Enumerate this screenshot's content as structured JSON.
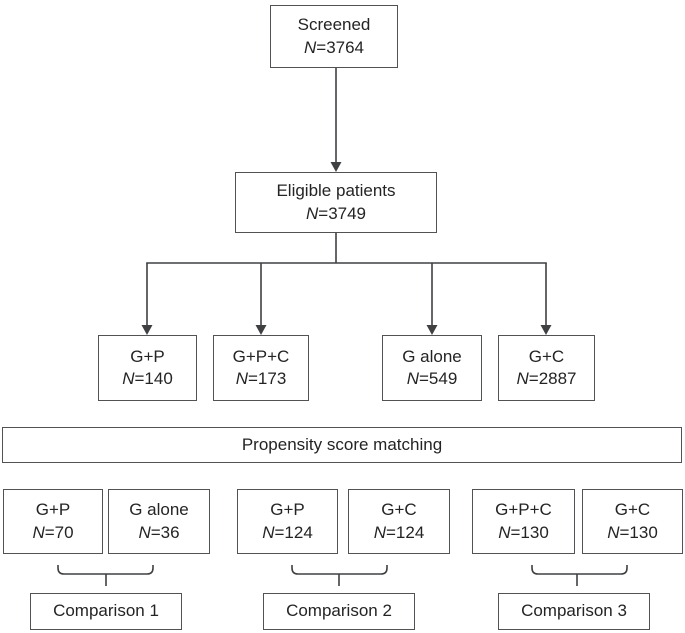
{
  "colors": {
    "line": "#3f4042",
    "border": "#515254",
    "text": "#242424",
    "background": "#ffffff"
  },
  "flow": {
    "screened": {
      "label": "Screened",
      "n_italic": "N",
      "n_rest": "=3764"
    },
    "eligible": {
      "label": "Eligible patients",
      "n_italic": "N",
      "n_rest": "=3749"
    },
    "groups": [
      {
        "label": "G+P",
        "n_italic": "N",
        "n_rest": "=140"
      },
      {
        "label": "G+P+C",
        "n_italic": "N",
        "n_rest": "=173"
      },
      {
        "label": "G alone",
        "n_italic": "N",
        "n_rest": "=549"
      },
      {
        "label": "G+C",
        "n_italic": "N",
        "n_rest": "=2887"
      }
    ],
    "matching": {
      "label": "Propensity score matching"
    },
    "pairs": [
      {
        "left": {
          "label": "G+P",
          "n_italic": "N",
          "n_rest": "=70"
        },
        "right": {
          "label": "G alone",
          "n_italic": "N",
          "n_rest": "=36"
        },
        "comparison": "Comparison 1"
      },
      {
        "left": {
          "label": "G+P",
          "n_italic": "N",
          "n_rest": "=124"
        },
        "right": {
          "label": "G+C",
          "n_italic": "N",
          "n_rest": "=124"
        },
        "comparison": "Comparison 2"
      },
      {
        "left": {
          "label": "G+P+C",
          "n_italic": "N",
          "n_rest": "=130"
        },
        "right": {
          "label": "G+C",
          "n_italic": "N",
          "n_rest": "=130"
        },
        "comparison": "Comparison 3"
      }
    ]
  }
}
